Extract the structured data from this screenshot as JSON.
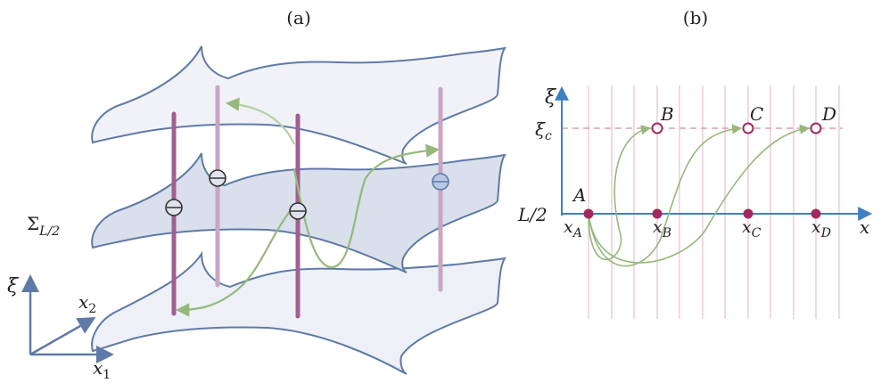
{
  "panel_a": {
    "label": "(a)",
    "sigma_label": "Σ",
    "sigma_sub": "L/2",
    "axes": {
      "xi": "ξ",
      "x1": "x",
      "x1_sub": "1",
      "x2": "x",
      "x2_sub": "2"
    }
  },
  "panel_b": {
    "label": "(b)",
    "axes": {
      "xi": "ξ",
      "x": "x"
    },
    "xi_c_label": "ξ",
    "xi_c_sub": "c",
    "l2_label": "L/2",
    "points_top": [
      "B",
      "C",
      "D"
    ],
    "point_origin": "A",
    "bottom_labels": [
      {
        "main": "x",
        "sub": "A"
      },
      {
        "main": "x",
        "sub": "B"
      },
      {
        "main": "x",
        "sub": "C"
      },
      {
        "main": "x",
        "sub": "D"
      }
    ]
  },
  "colors": {
    "sheet_stroke": "#5f7aa6",
    "sheet_fill": "#eef0f7",
    "mid_sheet_fill": "#d9dfeb",
    "rod": "#a0608f",
    "rod_light": "#c9a6c2",
    "green": "#96b87c",
    "magenta": "#a3285e",
    "axis_blue": "#3f7fbf",
    "dashed_pink": "#d8a0b0",
    "vline_pink": "#f0c8d2"
  }
}
